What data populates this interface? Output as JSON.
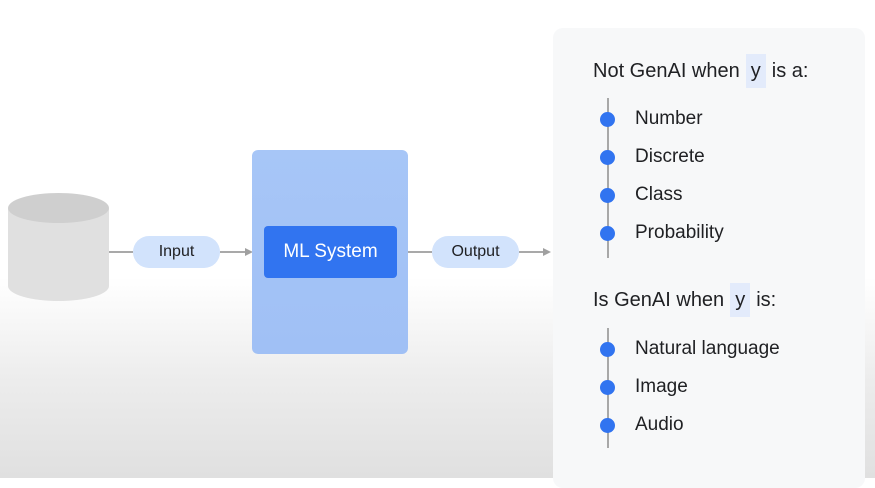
{
  "diagram": {
    "input_label": "Input",
    "system_label": "ML System",
    "output_label": "Output"
  },
  "panel": {
    "not_genai": {
      "prefix": "Not GenAI when",
      "variable": "y",
      "suffix": "is a:",
      "items": [
        "Number",
        "Discrete",
        "Class",
        "Probability"
      ]
    },
    "is_genai": {
      "prefix": "Is GenAI when",
      "variable": "y",
      "suffix": "is:",
      "items": [
        "Natural language",
        "Image",
        "Audio"
      ]
    }
  },
  "colors": {
    "accent": "#3174f0",
    "pill": "#d2e3fc",
    "system_box": "#a7c6f7",
    "panel_bg": "#f7f8f9"
  }
}
